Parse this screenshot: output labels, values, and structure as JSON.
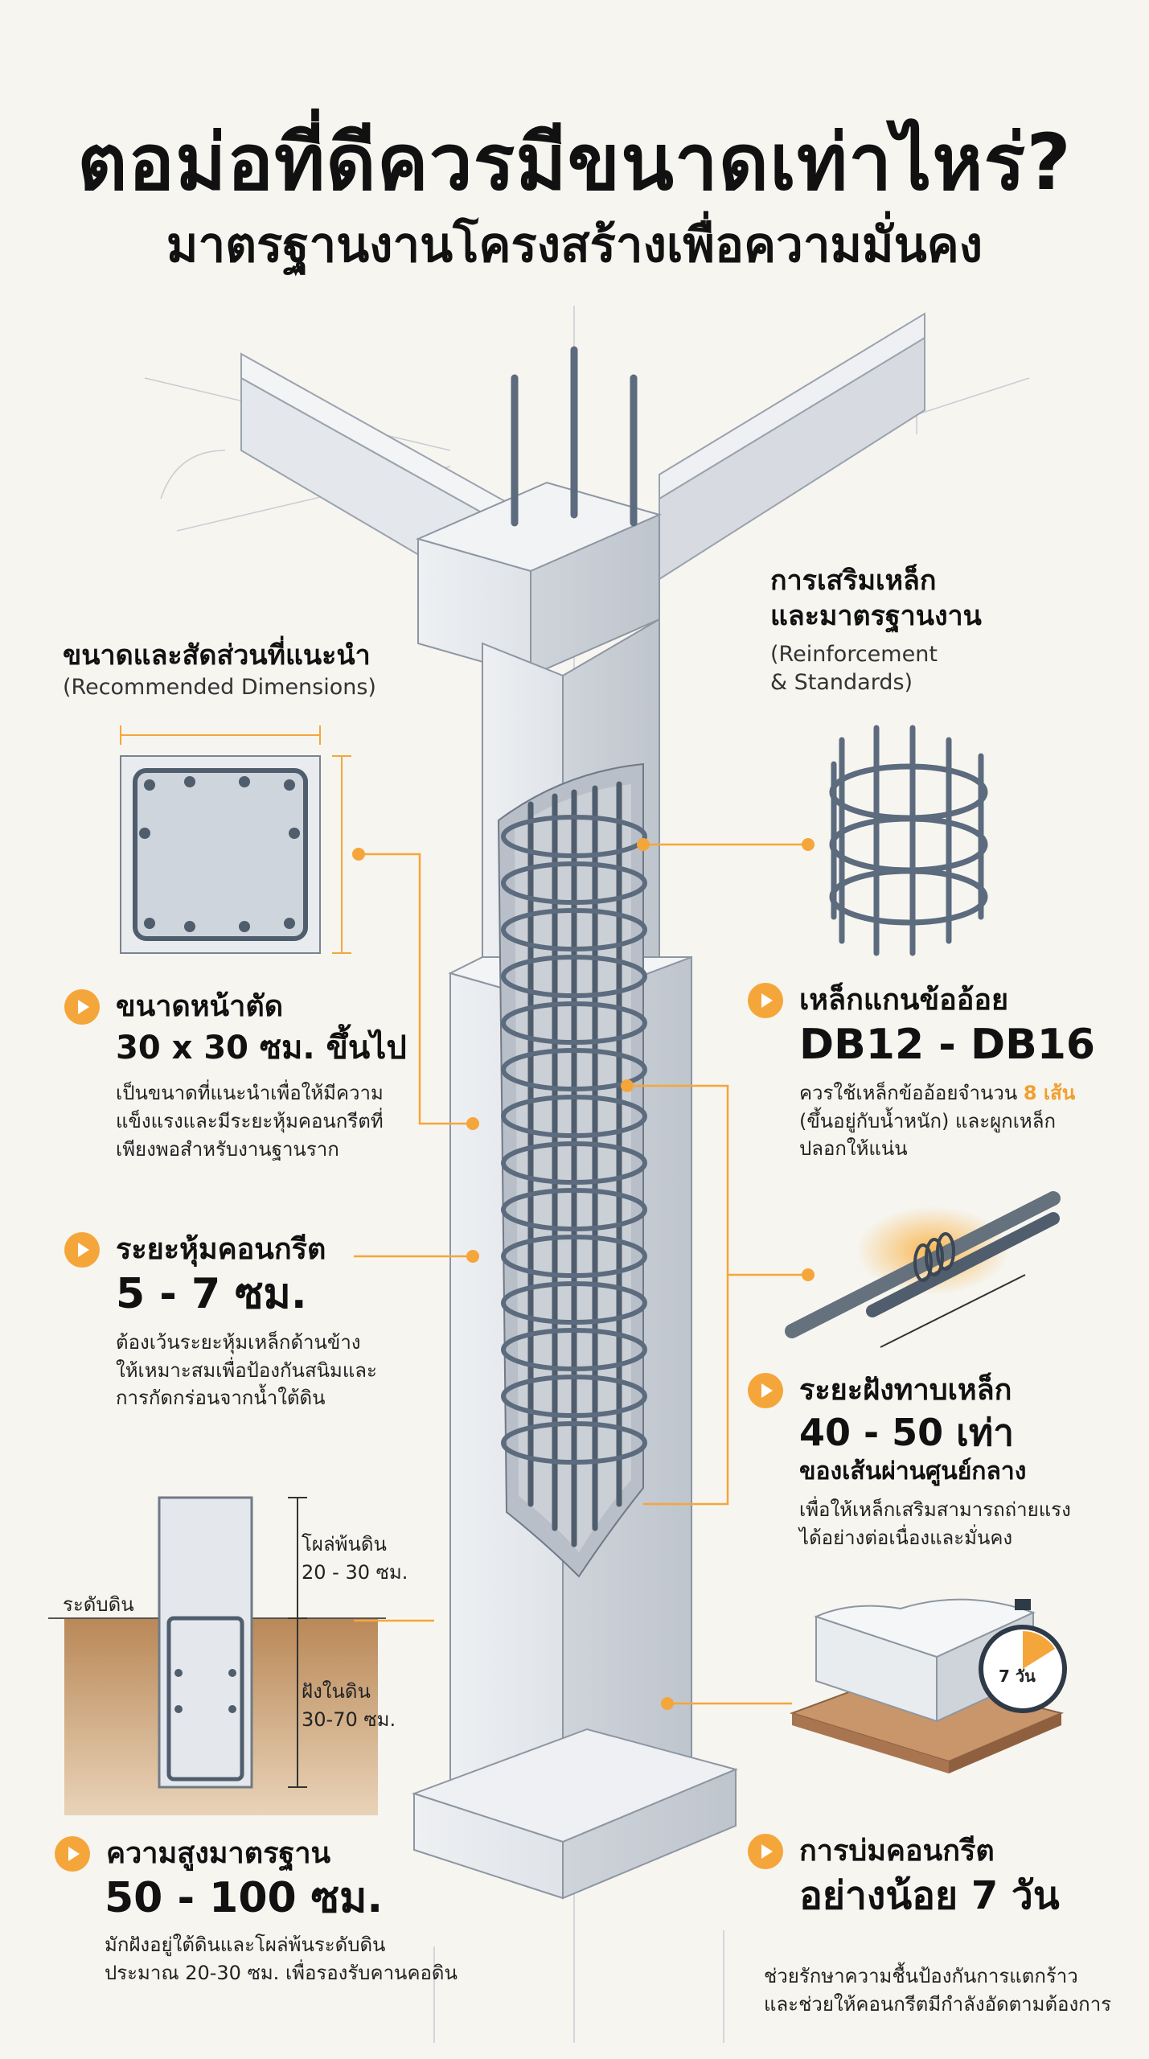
{
  "title": "ตอม่อที่ดีควรมีขนาดเท่าไหร่?",
  "subtitle": "มาตรฐานงานโครงสร้างเพื่อความมั่นคง",
  "colors": {
    "accent": "#f5a63a",
    "steel": "#5c6b7d",
    "concrete": "#dfe3e8",
    "soil": "#c9986a"
  },
  "left_section": {
    "heading": "ขนาดและสัดส่วนที่แนะนำ",
    "sub": "(Recommended Dimensions)"
  },
  "right_section": {
    "heading_line1": "การเสริมเหล็ก",
    "heading_line2": "และมาตรฐานงาน",
    "sub_line1": "(Reinforcement",
    "sub_line2": "& Standards)"
  },
  "cross_section": {
    "heading": "ขนาดหน้าตัด",
    "value": "30 x 30 ซม. ขึ้นไป",
    "desc_lines": [
      "เป็นขนาดที่แนะนำเพื่อให้มีความ",
      "แข็งแรงและมีระยะหุ้มคอนกรีตที่",
      "เพียงพอสำหรับงานฐานราก"
    ]
  },
  "cover": {
    "heading": "ระยะหุ้มคอนกรีต",
    "value": "5 - 7 ซม.",
    "desc_lines": [
      "ต้องเว้นระยะหุ้มเหล็กด้านข้าง",
      "ให้เหมาะสมเพื่อป้องกันสนิมและ",
      "การกัดกร่อนจากน้ำใต้ดิน"
    ]
  },
  "embed_diagram": {
    "ground_label": "ระดับดิน",
    "above_line1": "โผล่พ้นดิน",
    "above_line2": "20 - 30 ซม.",
    "below_line1": "ฝังในดิน",
    "below_line2": "30-70 ซม."
  },
  "height": {
    "heading": "ความสูงมาตรฐาน",
    "value": "50 - 100 ซม.",
    "desc_lines": [
      "มักฝังอยู่ใต้ดินและโผล่พ้นระดับดิน",
      "ประมาณ 20-30 ซม. เพื่อรองรับคานคอดิน"
    ]
  },
  "main_bar": {
    "heading": "เหล็กแกนข้ออ้อย",
    "value": "DB12 - DB16",
    "desc_pre": "ควรใช้เหล็กข้ออ้อยจำนวน ",
    "desc_highlight": "8 เส้น",
    "desc_lines": [
      "(ขึ้นอยู่กับน้ำหนัก) และผูกเหล็ก",
      "ปลอกให้แน่น"
    ]
  },
  "lap": {
    "heading": "ระยะฝังทาบเหล็ก",
    "value": "40 - 50 เท่า",
    "value2": "ของเส้นผ่านศูนย์กลาง",
    "desc_lines": [
      "เพื่อให้เหล็กเสริมสามารถถ่ายแรง",
      "ได้อย่างต่อเนื่องและมั่นคง"
    ]
  },
  "curing": {
    "heading": "การบ่มคอนกรีต",
    "value": "อย่างน้อย 7 วัน",
    "timer_label": "7 วัน",
    "desc_lines": [
      "ช่วยรักษาความชื้นป้องกันการแตกร้าว",
      "และช่วยให้คอนกรีตมีกำลังอัดตามต้องการ"
    ]
  }
}
